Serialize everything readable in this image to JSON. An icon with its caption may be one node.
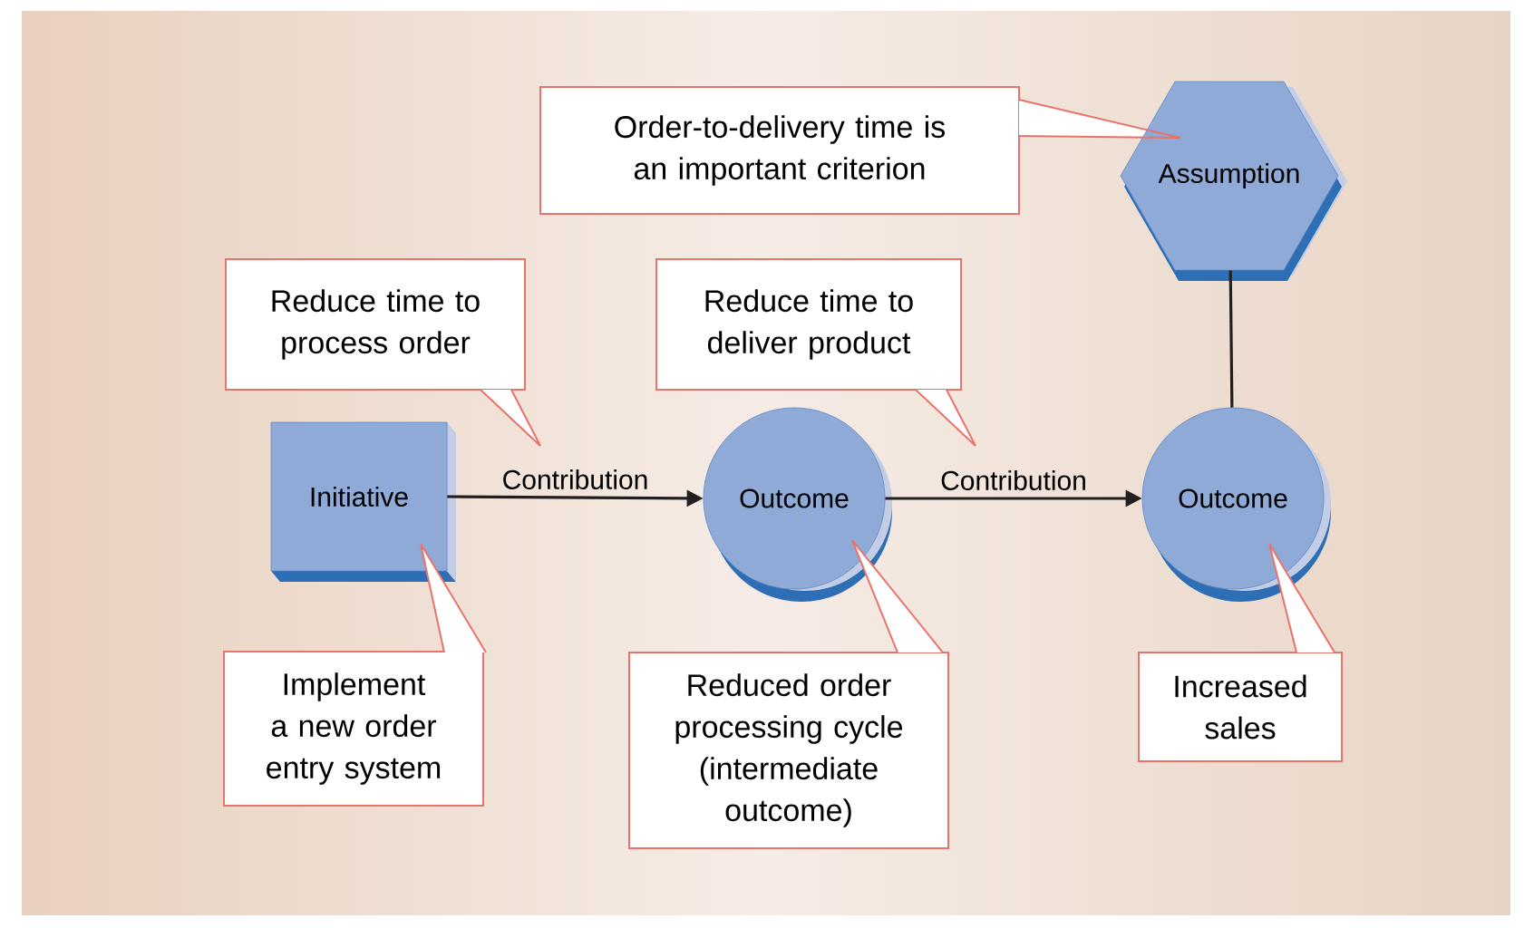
{
  "diagram": {
    "nodes": [
      {
        "text": [
          "Order-to-delivery time is an important criterion"
        ]
      },
      {
        "text": [
          "Assumption"
        ]
      },
      {
        "text": [
          "Reduce time to process order"
        ]
      },
      {
        "text": [
          "Reduce time to deliver product"
        ]
      },
      {
        "text": [
          "Initiative"
        ]
      },
      {
        "text": [
          "Outcome"
        ]
      },
      {
        "text": [
          "Outcome"
        ]
      },
      {
        "text": [
          "Implement a new order entry system"
        ]
      },
      {
        "text": [
          "Reduced order processing cycle (intermediate outcome)"
        ]
      },
      {
        "text": [
          "Increased sales"
        ]
      }
    ],
    "edges": [
      {
        "from": 4,
        "to": 5,
        "arrow": "to",
        "label": "Contribution",
        "color": "#231f20"
      },
      {
        "from": 5,
        "to": 6,
        "arrow": "to",
        "label": "Contribution",
        "color": "#231f20"
      },
      {
        "from": 1,
        "to": 6,
        "arrow": "none",
        "color": "#231f20"
      },
      {
        "from": 0,
        "to": 1,
        "arrow": "none"
      },
      {
        "from": 2,
        "to": null,
        "arrow": "none"
      },
      {
        "from": 3,
        "to": null,
        "arrow": "none"
      },
      {
        "from": 7,
        "to": 4,
        "arrow": "none"
      },
      {
        "from": 8,
        "to": 5,
        "arrow": "none"
      },
      {
        "from": 9,
        "to": 6,
        "arrow": "none"
      }
    ]
  }
}
